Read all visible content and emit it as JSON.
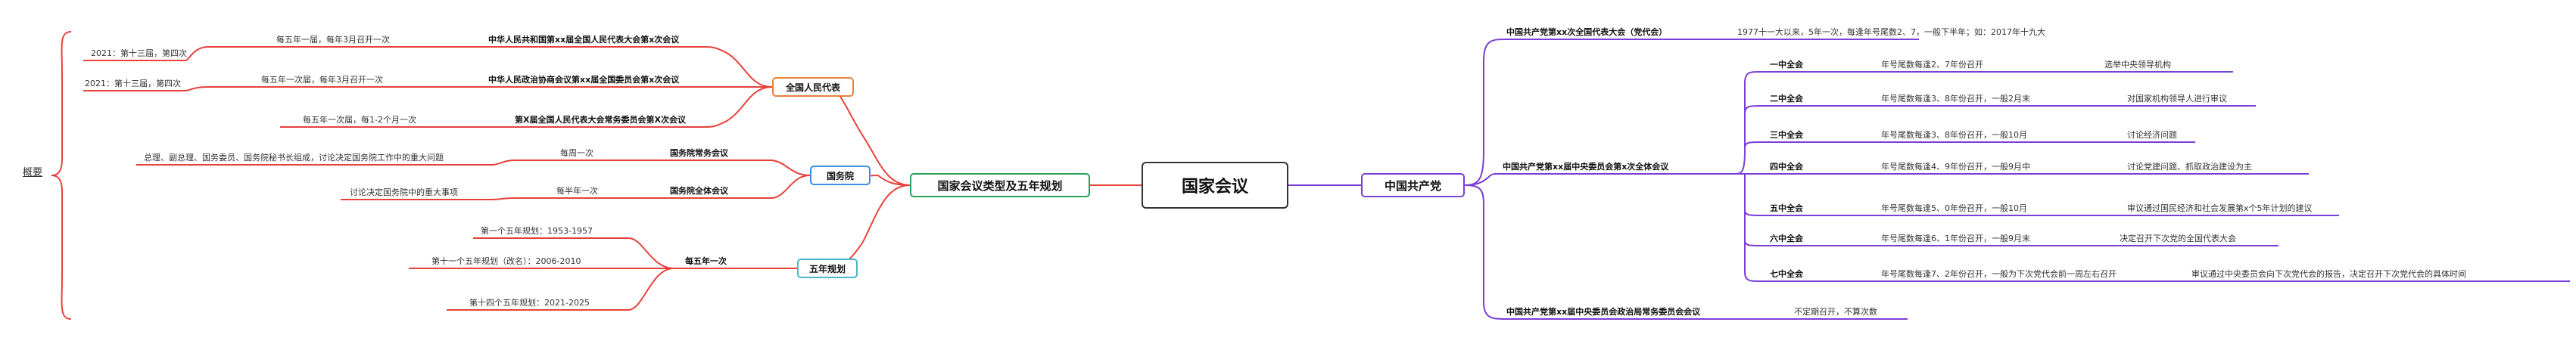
{
  "root": "国家会议",
  "right": {
    "branch": "中国共产党",
    "congress": {
      "title": "中国共产党第xx次全国代表大会（党代会）",
      "note": "1977十一大以来，5年一次，每逢年号尾数2、7，一般下半年；如：2017年十九大"
    },
    "plenary": {
      "title": "中国共产党第xx届中央委员会第x次全体会议",
      "items": [
        {
          "name": "一中全会",
          "timing": "年号尾数每逢2、7年份召开",
          "content": "选举中央领导机构"
        },
        {
          "name": "二中全会",
          "timing": "年号尾数每逢3、8年份召开，一般2月末",
          "content": "对国家机构领导人进行审议"
        },
        {
          "name": "三中全会",
          "timing": "年号尾数每逢3、8年份召开，一般10月",
          "content": "讨论经济问题"
        },
        {
          "name": "四中全会",
          "timing": "年号尾数每逢4、9年份召开，一般9月中",
          "content": "讨论党建问题、抓取政治建设为主"
        },
        {
          "name": "五中全会",
          "timing": "年号尾数每逢5、0年份召开，一般10月",
          "content": "审议通过国民经济和社会发展第x个5年计划的建议"
        },
        {
          "name": "六中全会",
          "timing": "年号尾数每逢6、1年份召开，一般9月末",
          "content": "决定召开下次党的全国代表大会"
        },
        {
          "name": "七中全会",
          "timing": "年号尾数每逢7、2年份召开，一般为下次党代会前一周左右召开",
          "content": "审议通过中央委员会向下次党代会的报告，决定召开下次党代会的具体时间"
        }
      ]
    },
    "politburo": {
      "title": "中国共产党第xx届中央委员会政治局常务委员会会议",
      "note": "不定期召开，不算次数"
    }
  },
  "left": {
    "branch": "国家会议类型及五年规划",
    "summary_label": "概要",
    "npc": {
      "label": "全国人民代表",
      "items": [
        {
          "title": "中华人民共和国第xx届全国人民代表大会第x次会议",
          "freq": "每五年一届，每年3月召开一次",
          "example": "2021：第十三届，第四次"
        },
        {
          "title": "中华人民政治协商会议第xx届全国委员会第x次会议",
          "freq": "每五年一次届，每年3月召开一次",
          "example": "2021：第十三届，第四次"
        },
        {
          "title": "第X届全国人民代表大会常务委员会第X次会议",
          "freq": "每五年一次届，每1-2个月一次",
          "example": ""
        }
      ]
    },
    "state_council": {
      "label": "国务院",
      "items": [
        {
          "title": "国务院常务会议",
          "freq": "每周一次",
          "desc": "总理、副总理、国务委员、国务院秘书长组成，讨论决定国务院工作中的重大问题"
        },
        {
          "title": "国务院全体会议",
          "freq": "每半年一次",
          "desc": "讨论决定国务院中的重大事项"
        }
      ]
    },
    "plan": {
      "label": "五年规划",
      "freq": "每五年一次",
      "items": [
        "第一个五年规划：1953-1957",
        "第十一个五年规划（改名）：2006-2010",
        "第十四个五年规划：2021-2025"
      ]
    }
  },
  "colors": {
    "purple": "#7a3fd6",
    "red": "#e8413b",
    "green_border": "#2aa05a",
    "orange_border": "#e8823b",
    "blue_border": "#3c8de0",
    "teal_border": "#49b7c8",
    "root_border": "#333333"
  }
}
